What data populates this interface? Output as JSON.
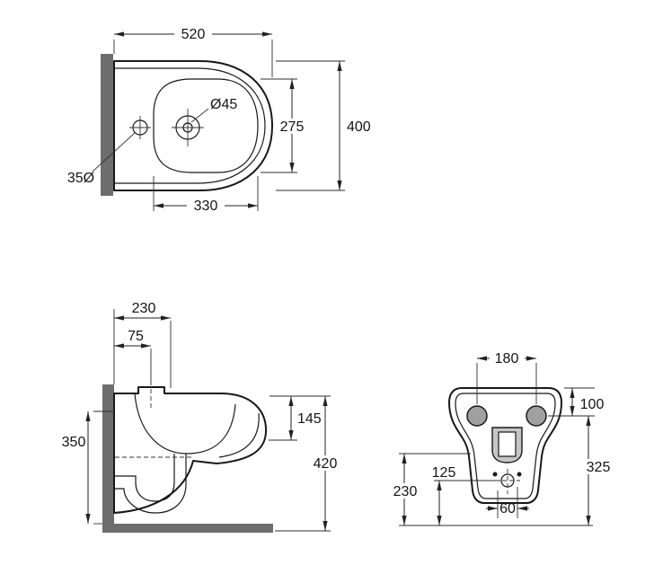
{
  "drawing": {
    "top_view": {
      "overall_width": "520",
      "overall_depth": "400",
      "basin_length": "275",
      "basin_width": "330",
      "tap_hole_diameter": "Ø45",
      "side_hole_diameter": "35Ø"
    },
    "side_view": {
      "depth_230": "230",
      "tap_offset": "75",
      "height_350": "350",
      "rim_drop": "145",
      "total_height": "420"
    },
    "rear_view": {
      "fixing_centres": "180",
      "top_to_fixings": "100",
      "floor_to_fixings": "325",
      "floor_to_outlet": "230",
      "floor_to_inlet": "125",
      "inlet_offset": "60"
    }
  }
}
